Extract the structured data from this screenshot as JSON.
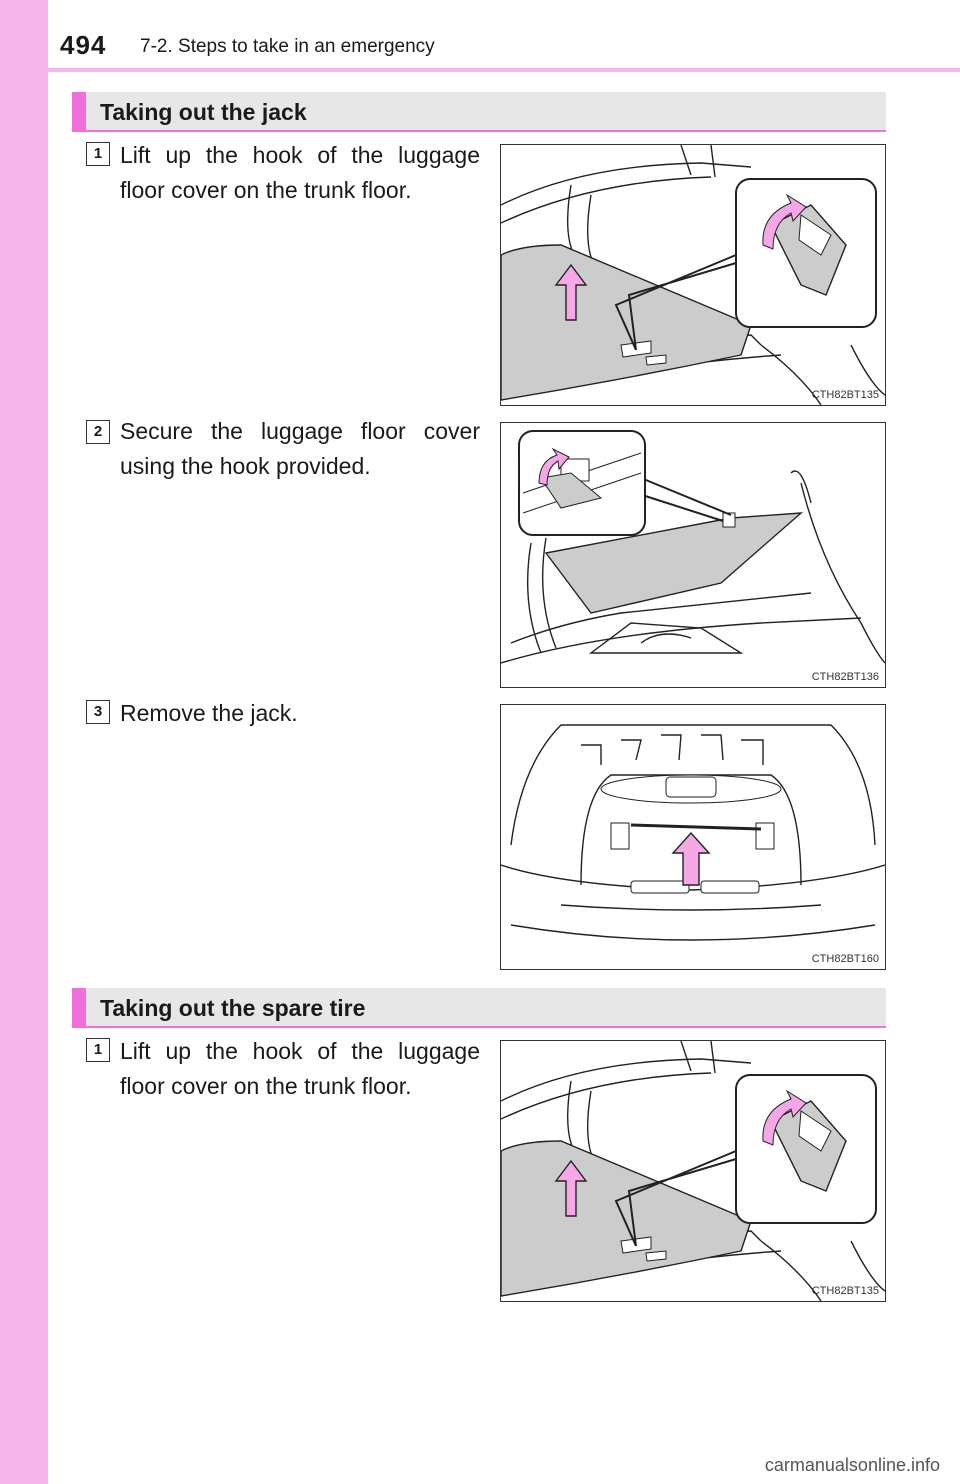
{
  "header": {
    "page_number": "494",
    "title": "7-2. Steps to take in an emergency"
  },
  "sections": [
    {
      "title": "Taking out the jack",
      "steps": [
        {
          "num": "1",
          "text": "Lift up the hook of the luggage floor cover on the trunk floor.",
          "figure_code": "CTH82BT135"
        },
        {
          "num": "2",
          "text": "Secure the luggage floor cover using the hook provided.",
          "figure_code": "CTH82BT136"
        },
        {
          "num": "3",
          "text": "Remove the jack.",
          "figure_code": "CTH82BT160"
        }
      ]
    },
    {
      "title": "Taking out the spare tire",
      "steps": [
        {
          "num": "1",
          "text": "Lift up the hook of the luggage floor cover on the trunk floor.",
          "figure_code": "CTH82BT135"
        }
      ]
    }
  ],
  "footer": {
    "watermark": "carmanualsonline.info"
  },
  "colors": {
    "accent": "#f26fd9",
    "sidebar": "#f6b6ec",
    "arrow": "#f6a8e6",
    "section_bg": "#e7e7e7"
  }
}
